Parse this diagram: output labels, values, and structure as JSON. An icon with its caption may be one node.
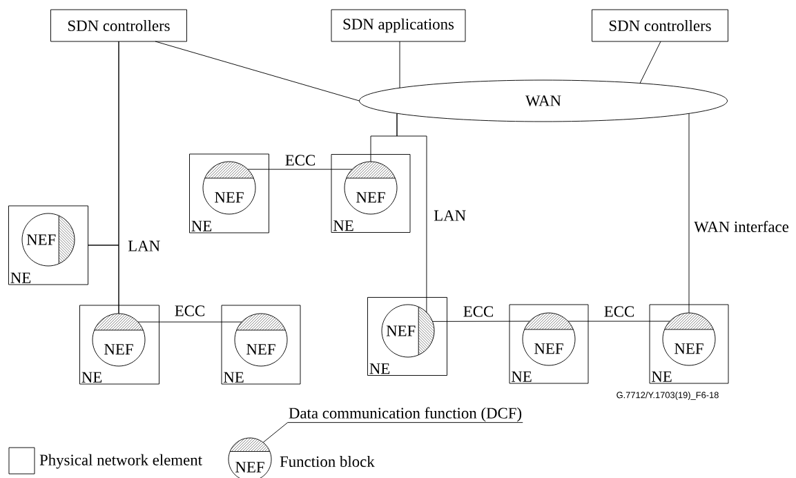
{
  "diagram": {
    "nodes": [
      {
        "text": [
          "SDN controllers"
        ]
      },
      {
        "text": [
          "SDN applications"
        ]
      },
      {
        "text": [
          "SDN controllers"
        ]
      },
      {
        "text": [
          "WAN"
        ]
      },
      {
        "text": [
          "NE"
        ]
      },
      {
        "text": [
          "NEF"
        ],
        "in": 4
      },
      {
        "text": [
          "NE"
        ]
      },
      {
        "text": [
          "NEF"
        ],
        "in": 6
      },
      {
        "text": [
          "NE"
        ]
      },
      {
        "text": [
          "NEF"
        ],
        "in": 8
      },
      {
        "text": [
          "NE"
        ]
      },
      {
        "text": [
          "NEF"
        ],
        "in": 10
      },
      {
        "text": [
          "NE"
        ]
      },
      {
        "text": [
          "NEF"
        ],
        "in": 12
      },
      {
        "text": [
          "NE"
        ]
      },
      {
        "text": [
          "NEF"
        ],
        "in": 14
      },
      {
        "text": [
          "NE"
        ]
      },
      {
        "text": [
          "NEF"
        ],
        "in": 16
      },
      {
        "text": [
          "NE"
        ]
      },
      {
        "text": [
          "NEF"
        ],
        "in": 18
      },
      {
        "text": [
          "NEF"
        ]
      },
      {
        "text": [
          "Data communication function (DCF)"
        ]
      }
    ],
    "edges": [
      {
        "from": 0,
        "to": 3,
        "arrow": "none"
      },
      {
        "from": 1,
        "to": 3,
        "arrow": "none"
      },
      {
        "from": 2,
        "to": 3,
        "arrow": "none"
      },
      {
        "from": 3,
        "to": 7,
        "arrow": "none"
      },
      {
        "from": 3,
        "to": 15,
        "arrow": "none",
        "label": "LAN"
      },
      {
        "from": 3,
        "to": 19,
        "arrow": "none",
        "label": "WAN interface"
      },
      {
        "from": 0,
        "to": 11,
        "arrow": "none",
        "label": "LAN"
      },
      {
        "from": 8,
        "to": 0,
        "arrow": "none"
      },
      {
        "from": 8,
        "to": 11,
        "arrow": "none"
      },
      {
        "from": 5,
        "to": 7,
        "arrow": "none",
        "label": "ECC"
      },
      {
        "from": 11,
        "to": 13,
        "arrow": "none",
        "label": "ECC"
      },
      {
        "from": 15,
        "to": 17,
        "arrow": "none",
        "label": "ECC"
      },
      {
        "from": 17,
        "to": 19,
        "arrow": "none",
        "label": "ECC"
      },
      {
        "from": 21,
        "to": 20,
        "arrow": "none"
      }
    ],
    "labels": [
      "G.7712/Y.1703(19)_F6-18"
    ],
    "legend": [
      {
        "text": "Physical network element"
      },
      {
        "text": "Function block"
      }
    ]
  }
}
